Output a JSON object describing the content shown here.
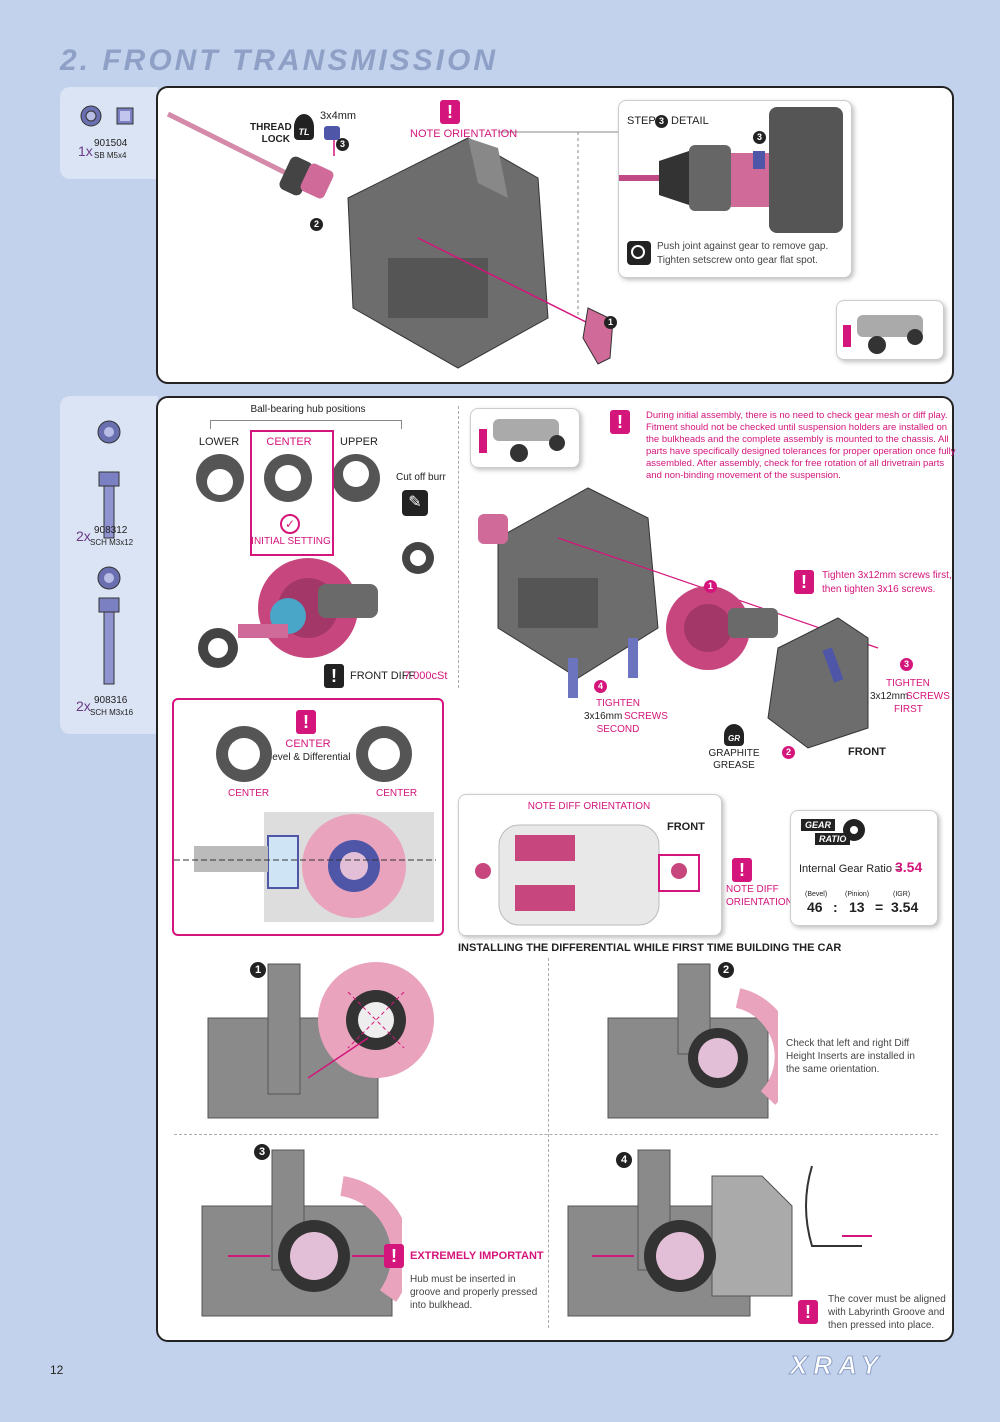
{
  "section_title": "2. FRONT TRANSMISSION",
  "page_number": "12",
  "brand": "XRAY",
  "colors": {
    "accent": "#d4157b",
    "panel_border": "#222222",
    "background": "#c3d2ec",
    "title": "#8ea0c6"
  },
  "parts_top": [
    {
      "qty": "1x",
      "code": "901504",
      "desc": "SB M5x4"
    }
  ],
  "parts_bottom": [
    {
      "qty": "2x",
      "code": "908312",
      "desc": "SCH M3x12"
    },
    {
      "qty": "2x",
      "code": "908316",
      "desc": "SCH M3x16"
    }
  ],
  "step1": {
    "thread_lock": "THREAD LOCK",
    "tl_badge": "TL",
    "screw_size": "3x4mm",
    "note_orientation": "NOTE ORIENTATION",
    "callouts": [
      "1",
      "2",
      "3"
    ],
    "detail_title": "STEP",
    "detail_num": "3",
    "detail_title_suffix": "DETAIL",
    "detail_text": [
      "Push joint against gear to remove gap.",
      "Tighten setscrew onto gear flat spot."
    ]
  },
  "step2": {
    "bb_title": "Ball-bearing hub positions",
    "positions": [
      "LOWER",
      "CENTER",
      "UPPER"
    ],
    "initial_setting": "INITIAL SETTING",
    "cut_off_burr": "Cut off burr",
    "front_diff": "FRONT DIFF",
    "front_diff_oil": "7.000cSt",
    "note_text": [
      "During initial assembly, there is no need to check gear mesh or diff play.",
      "Fitment should not be checked until suspension holders are installed on",
      "the bulkheads and the complete assembly is mounted to the chassis. All",
      "parts have specifically designed tolerances for proper operation once fully",
      "assembled. After assembly, check for free rotation of all drivetrain parts",
      "and non-binding movement of the suspension."
    ],
    "tighten_note": [
      "Tighten 3x12mm screws first,",
      "then tighten 3x16 screws."
    ],
    "tighten_second": [
      "TIGHTEN",
      "3x16mm",
      "SCREWS",
      "SECOND"
    ],
    "tighten_first": [
      "TIGHTEN",
      "3x12mm",
      "SCREWS",
      "FIRST"
    ],
    "graphite": [
      "GRAPHITE",
      "GREASE"
    ],
    "gr_badge": "GR",
    "front_label": "FRONT",
    "callouts": [
      "1",
      "2",
      "3",
      "4"
    ]
  },
  "center_box": {
    "center": "CENTER",
    "bevel": "Bevel & Differential",
    "left": "CENTER",
    "right": "CENTER"
  },
  "diff_orient": {
    "title": "NOTE DIFF ORIENTATION",
    "front": "FRONT",
    "note": [
      "NOTE DIFF",
      "ORIENTATION"
    ]
  },
  "gear_ratio": {
    "badge1": "GEAR",
    "badge2": "RATIO",
    "label": "Internal Gear Ratio =",
    "value": "3.54",
    "bevel_lbl": "(Bevel)",
    "pinion_lbl": "(Pinion)",
    "igr_lbl": "(IGR)",
    "bevel": "46",
    "pinion": "13",
    "igr": "3.54",
    "colon": ":",
    "equals": "="
  },
  "install": {
    "title": "INSTALLING THE DIFFERENTIAL WHILE FIRST TIME BUILDING THE CAR",
    "step_nums": [
      "1",
      "2",
      "3",
      "4"
    ],
    "step2_text": [
      "Check that left and right Diff",
      "Height Inserts are installed in",
      "the same orientation."
    ],
    "important": "EXTREMELY IMPORTANT",
    "step3_text": [
      "Hub must be inserted in",
      "groove and properly pressed",
      "into bulkhead."
    ],
    "step4_text": [
      "The cover must be aligned",
      "with Labyrinth Groove and",
      "then pressed into place."
    ]
  }
}
